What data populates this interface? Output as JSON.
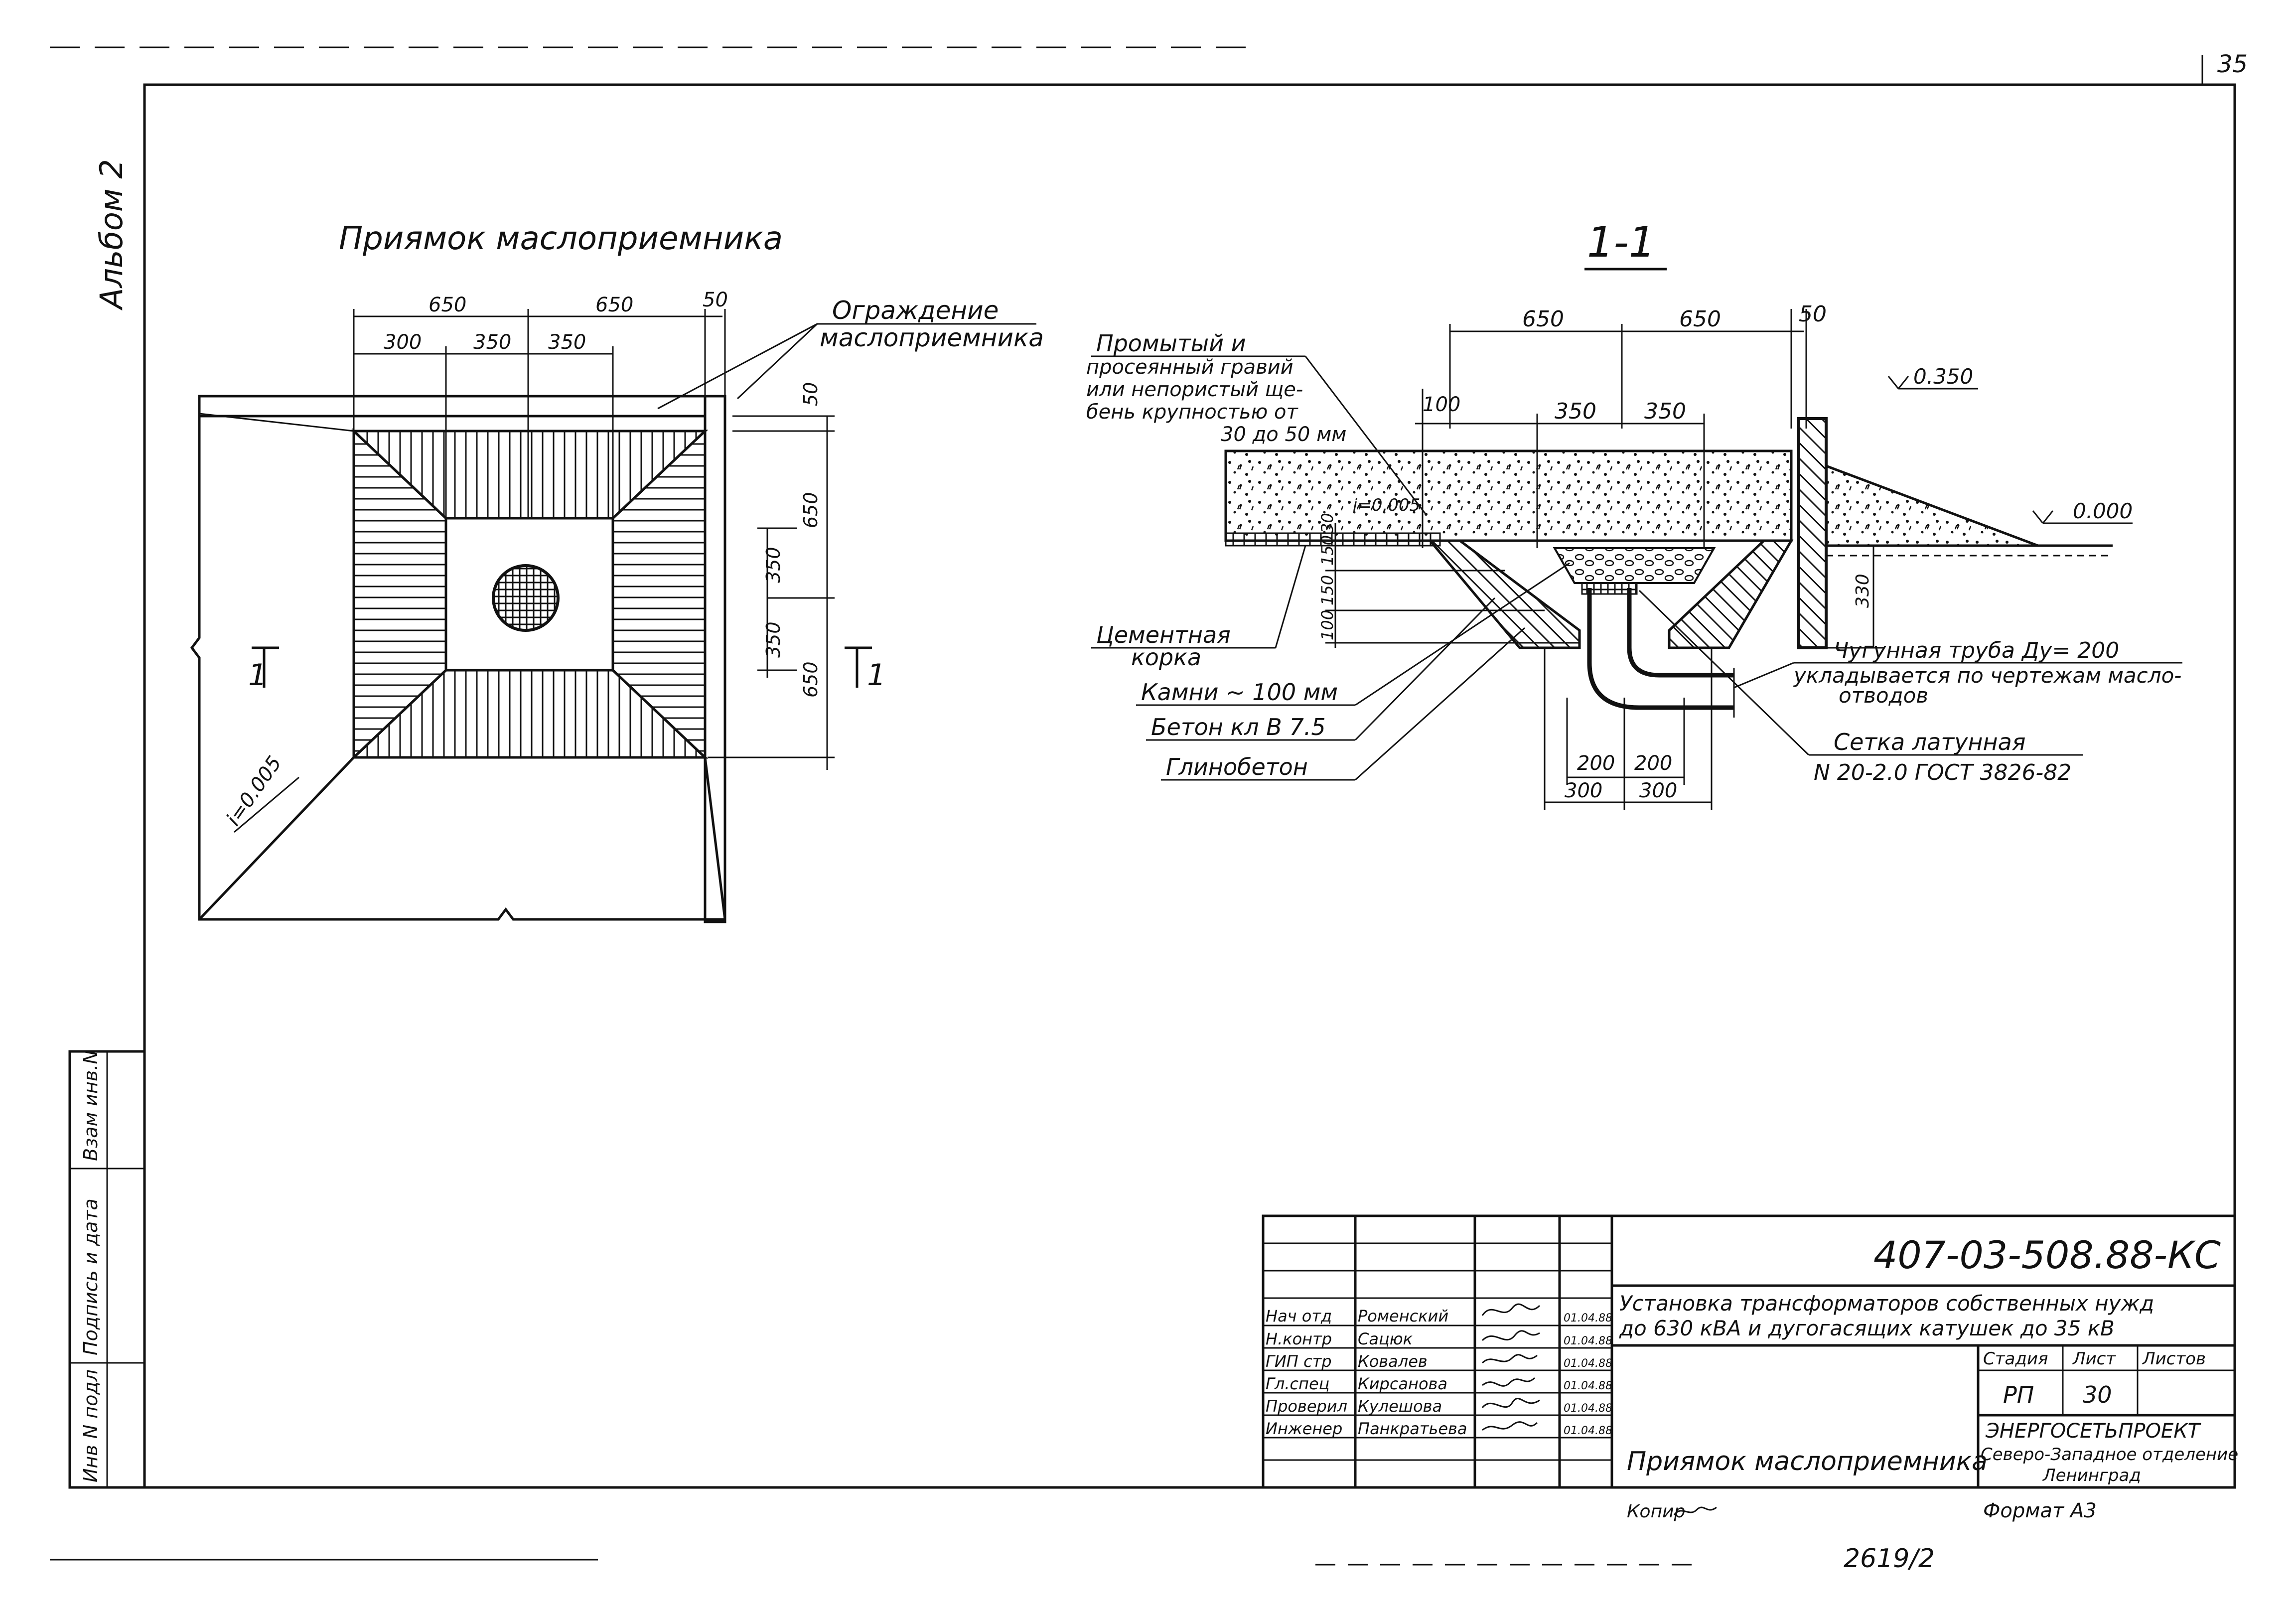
{
  "sheet": {
    "page_number": "35",
    "album_label": "Альбом 2",
    "side_stamp": {
      "fields": [
        "Взам инв.N",
        "Подпись и дата",
        "Инв N подл"
      ]
    }
  },
  "plan_view": {
    "title": "Приямок маслоприемника",
    "enclosure_label": [
      "Ограждение",
      "маслоприемника"
    ],
    "dims_top_overall": [
      "650",
      "650",
      "50"
    ],
    "dims_top_inner": [
      "300",
      "350",
      "350"
    ],
    "dims_right": [
      "50",
      "650",
      "350",
      "350",
      "650"
    ],
    "slope_label": "i=0.005",
    "section_marker_left": "1",
    "section_marker_right": "1"
  },
  "section_view": {
    "title": "1-1",
    "dims_top": [
      "650",
      "650",
      "50"
    ],
    "dims_inner": [
      "100",
      "350",
      "350"
    ],
    "dims_bottom_inner": [
      "200",
      "200"
    ],
    "dims_bottom_outer": [
      "300",
      "300"
    ],
    "dims_left_vertical": [
      "30",
      "150",
      "150",
      "100"
    ],
    "dim_right_vertical": "330",
    "level_top": "0.350",
    "level_ground": "0.000",
    "slope_label": "i=0.005",
    "callout_gravel": [
      "Промытый и",
      "просеянный гравий",
      "или непористый ще-",
      "бень крупностью от",
      "30 до 50 мм"
    ],
    "callout_cement": [
      "Цементная",
      "корка"
    ],
    "callout_stones": "Камни ~ 100 мм",
    "callout_concrete": "Бетон кл В 7.5",
    "callout_clay": "Глинобетон",
    "callout_pipe": [
      "Чугунная труба Ду= 200",
      "укладывается по чертежам масло-",
      "отводов"
    ],
    "callout_mesh": [
      "Сетка латунная",
      "N 20-2.0 ГОСТ 3826-82"
    ]
  },
  "title_block": {
    "code": "407-03-508.88-КС",
    "project_title": [
      "Установка трансформаторов собственных нужд",
      "до 630 кВА и дугогасящих катушек до 35 кВ"
    ],
    "sheet_title": "Приямок маслоприемника",
    "stage_header": "Стадия",
    "sheet_header": "Лист",
    "sheets_header": "Листов",
    "stage_value": "РП",
    "sheet_value": "30",
    "org": [
      "ЭНЕРГОСЕТЬПРОЕКТ",
      "Северо-Западное отделение",
      "Ленинград"
    ],
    "roles": [
      {
        "role": "Нач отд",
        "name": "Роменский",
        "date": "01.04.88"
      },
      {
        "role": "Н.контр",
        "name": "Сацюк",
        "date": "01.04.88"
      },
      {
        "role": "ГИП стр",
        "name": "Ковалев",
        "date": "01.04.88"
      },
      {
        "role": "Гл.спец",
        "name": "Кирсанова",
        "date": "01.04.88"
      },
      {
        "role": "Проверил",
        "name": "Кулешова",
        "date": "01.04.88"
      },
      {
        "role": "Инженер",
        "name": "Панкратьева",
        "date": "01.04.88"
      }
    ],
    "copied_label": "Копир",
    "format_label": "Формат А3"
  },
  "footer_number": "2619/2"
}
